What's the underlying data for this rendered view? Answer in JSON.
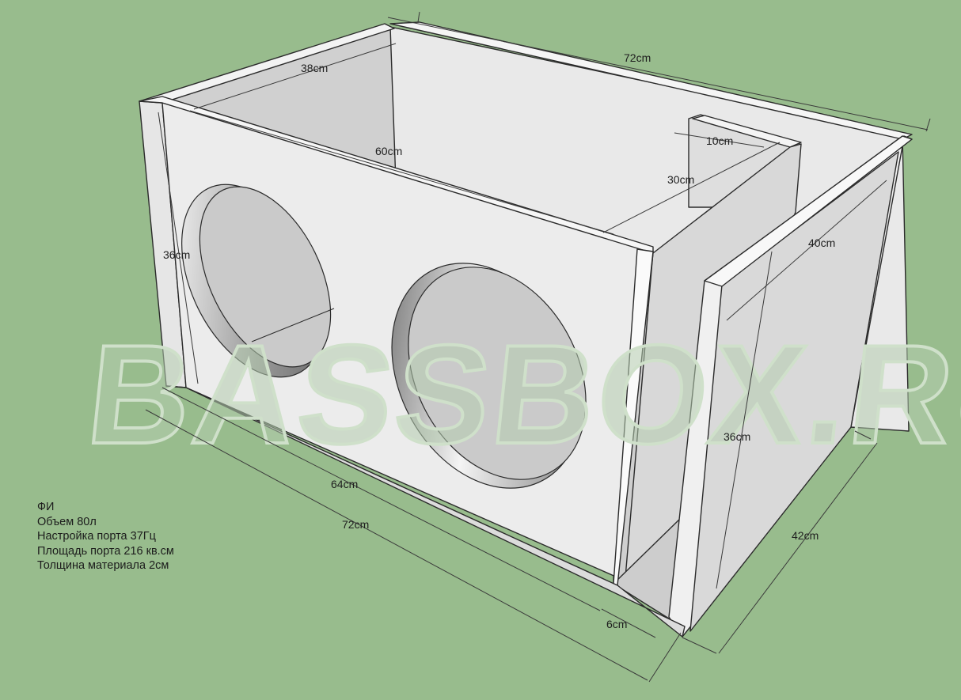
{
  "watermark": "BASSBOX.RU",
  "dimensions": {
    "top_length": "72cm",
    "inner_depth_top": "38cm",
    "inner_length_top": "60cm",
    "port_width": "10cm",
    "port_length": "30cm",
    "side_depth": "40cm",
    "front_height": "36cm",
    "side_height": "36cm",
    "front_inner_length": "64cm",
    "bottom_length": "72cm",
    "port_opening": "6cm",
    "bottom_depth": "42cm"
  },
  "info": {
    "type": "ФИ",
    "volume": "Объем 80л",
    "tuning": "Настройка порта 37Гц",
    "port_area": "Площадь порта 216 кв.см",
    "thickness": "Толщина материала 2см"
  },
  "colors": {
    "background": "#98bc8d",
    "panel_light": "#f2f2f2",
    "panel_mid": "#dcdcdc",
    "panel_dark": "#c4c4c4",
    "watermark": "#b4ccae"
  }
}
